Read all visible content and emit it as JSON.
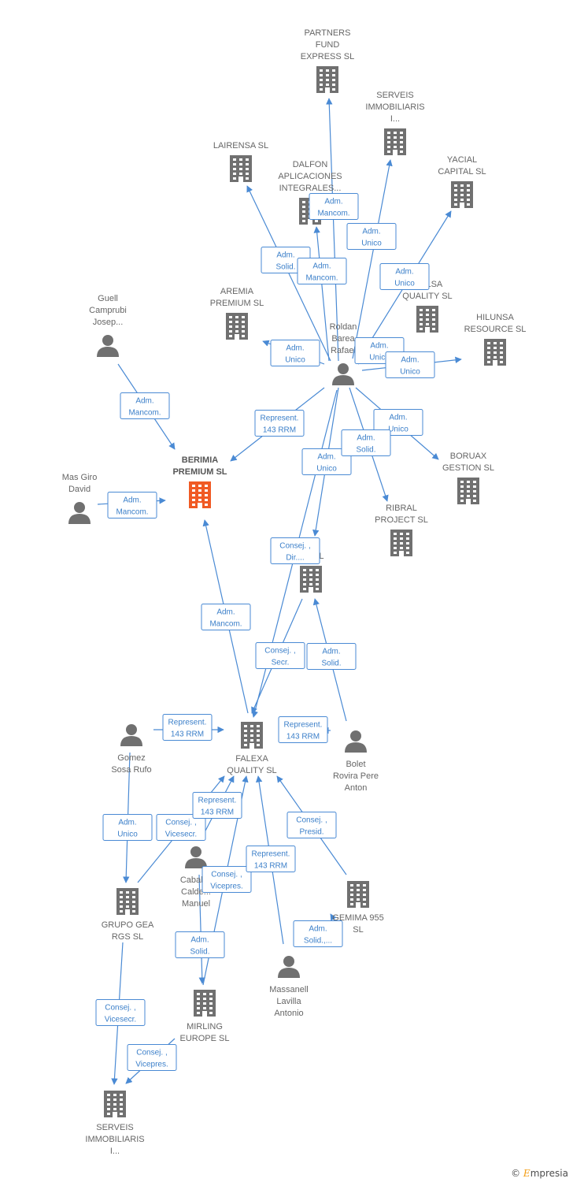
{
  "colors": {
    "edge": "#4a8ad4",
    "company_icon": "#707070",
    "focus_icon": "#f05a24",
    "person_icon": "#707070",
    "label": "#666666"
  },
  "nodes": [
    {
      "id": "partners",
      "type": "company",
      "lines": [
        "PARTNERS",
        "FUND",
        "EXPRESS SL"
      ]
    },
    {
      "id": "serveis_top",
      "type": "company",
      "lines": [
        "SERVEIS",
        "IMMOBILIARIS",
        "I..."
      ]
    },
    {
      "id": "lairensa",
      "type": "company",
      "lines": [
        "LAIRENSA SL"
      ]
    },
    {
      "id": "dalfon",
      "type": "company",
      "lines": [
        "DALFON",
        "APLICACIONES",
        "INTEGRALES..."
      ]
    },
    {
      "id": "yacial",
      "type": "company",
      "lines": [
        "YACIAL",
        "CAPITAL SL"
      ]
    },
    {
      "id": "bolsa",
      "type": "company",
      "lines": [
        "...OLSA",
        "QUALITY SL"
      ]
    },
    {
      "id": "hilunsa",
      "type": "company",
      "lines": [
        "HILUNSA",
        "RESOURCE SL"
      ]
    },
    {
      "id": "aremia",
      "type": "company",
      "lines": [
        "AREMIA",
        "PREMIUM SL"
      ]
    },
    {
      "id": "roldan",
      "type": "person",
      "lines": [
        "Roldan",
        "Barea",
        "Rafael"
      ]
    },
    {
      "id": "guell",
      "type": "person",
      "lines": [
        "Guell",
        "Camprubi",
        "Josep..."
      ]
    },
    {
      "id": "berimia",
      "type": "focus",
      "lines": [
        "BERIMIA",
        "PREMIUM SL"
      ]
    },
    {
      "id": "masgiro",
      "type": "person",
      "lines": [
        "Mas Giro",
        "David"
      ]
    },
    {
      "id": "boruax",
      "type": "company",
      "lines": [
        "BORUAX",
        "GESTION SL"
      ]
    },
    {
      "id": "ribral",
      "type": "company",
      "lines": [
        "RIBRAL",
        "PROJECT SL"
      ]
    },
    {
      "id": "lb",
      "type": "company",
      "lines": [
        "...LB",
        "...S SL"
      ]
    },
    {
      "id": "gomez",
      "type": "person",
      "lines": [
        "Gomez",
        "Sosa Rufo"
      ]
    },
    {
      "id": "falexa",
      "type": "company",
      "lines": [
        "FALEXA",
        "QUALITY SL"
      ]
    },
    {
      "id": "bolet",
      "type": "person",
      "lines": [
        "Bolet",
        "Rovira Pere",
        "Anton"
      ]
    },
    {
      "id": "caball",
      "type": "person",
      "lines": [
        "Caball...",
        "Calde...",
        "Manuel"
      ]
    },
    {
      "id": "grupogea",
      "type": "company",
      "lines": [
        "GRUPO GEA",
        "RGS SL"
      ]
    },
    {
      "id": "gemima",
      "type": "company",
      "lines": [
        "GEMIMA 955",
        "SL"
      ]
    },
    {
      "id": "massanell",
      "type": "person",
      "lines": [
        "Massanell",
        "Lavilla",
        "Antonio"
      ]
    },
    {
      "id": "mirling",
      "type": "company",
      "lines": [
        "MIRLING",
        "EUROPE SL"
      ]
    },
    {
      "id": "serveis_bottom",
      "type": "company",
      "lines": [
        "SERVEIS",
        "IMMOBILIARIS",
        "I..."
      ]
    }
  ],
  "edges": [
    {
      "from": "roldan",
      "to": "partners",
      "label": [
        "Adm.",
        "Mancom."
      ]
    },
    {
      "from": "roldan",
      "to": "serveis_top",
      "label": [
        "Adm.",
        "Unico"
      ]
    },
    {
      "from": "roldan",
      "to": "lairensa",
      "label": [
        "Adm.",
        "Solid."
      ]
    },
    {
      "from": "roldan",
      "to": "dalfon",
      "label": [
        "Adm.",
        "Mancom."
      ]
    },
    {
      "from": "roldan",
      "to": "yacial",
      "label": [
        "Adm.",
        "Unico"
      ]
    },
    {
      "from": "roldan",
      "to": "bolsa",
      "label": [
        "Adm.",
        "Unico"
      ]
    },
    {
      "from": "roldan",
      "to": "hilunsa",
      "label": [
        "Adm.",
        "Unico"
      ]
    },
    {
      "from": "roldan",
      "to": "aremia",
      "label": [
        "Adm.",
        "Unico"
      ]
    },
    {
      "from": "roldan",
      "to": "berimia",
      "label": [
        "Represent.",
        "143 RRM"
      ]
    },
    {
      "from": "roldan",
      "to": "boruax",
      "label": [
        "Adm.",
        "Unico"
      ]
    },
    {
      "from": "roldan",
      "to": "ribral",
      "label": [
        "Adm.",
        "Unico"
      ]
    },
    {
      "from": "roldan",
      "to": "lb",
      "label": [
        "Adm.",
        "Solid."
      ]
    },
    {
      "from": "roldan",
      "to": "falexa",
      "label": [
        "Consej. ,",
        "Dir...."
      ]
    },
    {
      "from": "guell",
      "to": "berimia",
      "label": [
        "Adm.",
        "Mancom."
      ]
    },
    {
      "from": "masgiro",
      "to": "berimia",
      "label": [
        "Adm.",
        "Mancom."
      ]
    },
    {
      "from": "falexa",
      "to": "berimia",
      "label": [
        "Adm.",
        "Mancom."
      ]
    },
    {
      "from": "lb",
      "to": "falexa",
      "label": [
        "Consej. ,",
        "Secr."
      ]
    },
    {
      "from": "bolet",
      "to": "lb",
      "label": [
        "Adm.",
        "Solid."
      ]
    },
    {
      "from": "gomez",
      "to": "falexa",
      "label": [
        "Represent.",
        "143 RRM"
      ]
    },
    {
      "from": "bolet",
      "to": "falexa",
      "label": [
        "Represent.",
        "143 RRM"
      ]
    },
    {
      "from": "gomez",
      "to": "grupogea",
      "label": [
        "Adm.",
        "Unico"
      ]
    },
    {
      "from": "grupogea",
      "to": "falexa",
      "label": [
        "Consej. ,",
        "Vicesecr."
      ]
    },
    {
      "from": "caball",
      "to": "falexa",
      "label": [
        "Represent.",
        "143 RRM"
      ]
    },
    {
      "from": "mirling",
      "to": "falexa",
      "label": [
        "Consej. ,",
        "Vicepres."
      ]
    },
    {
      "from": "massanell",
      "to": "falexa",
      "label": [
        "Represent.",
        "143 RRM"
      ]
    },
    {
      "from": "gemima",
      "to": "falexa",
      "label": [
        "Consej. ,",
        "Presid."
      ]
    },
    {
      "from": "massanell",
      "to": "gemima",
      "label": [
        "Adm.",
        "Solid.,..."
      ]
    },
    {
      "from": "caball",
      "to": "mirling",
      "label": [
        "Adm.",
        "Solid."
      ]
    },
    {
      "from": "grupogea",
      "to": "serveis_bottom",
      "label": [
        "Consej. ,",
        "Vicesecr."
      ]
    },
    {
      "from": "mirling",
      "to": "serveis_bottom",
      "label": [
        "Consej. ,",
        "Vicepres."
      ]
    }
  ],
  "credit": {
    "symbol": "©",
    "brand_initial": "E",
    "brand_rest": "mpresia"
  }
}
